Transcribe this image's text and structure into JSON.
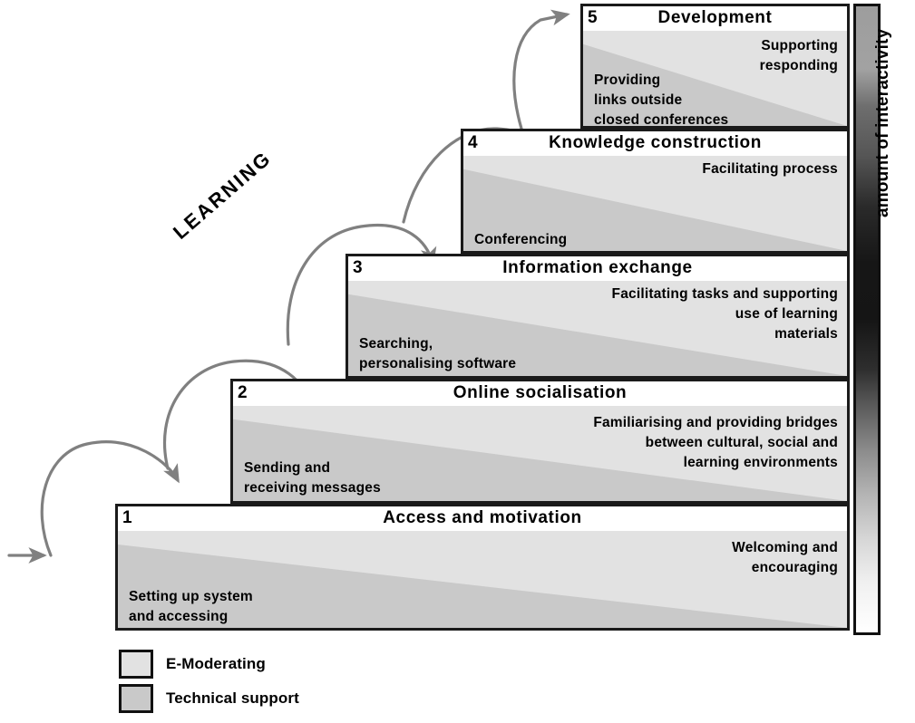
{
  "diagram": {
    "title_label": "LEARNING",
    "axis_label": "amount of interactivity"
  },
  "stages": [
    {
      "number": "5",
      "title": "Development",
      "moderating_text": "Supporting\nresponding",
      "technical_text": "Providing\nlinks outside\nclosed conferences"
    },
    {
      "number": "4",
      "title": "Knowledge construction",
      "moderating_text": "Facilitating process",
      "technical_text": "Conferencing"
    },
    {
      "number": "3",
      "title": "Information exchange",
      "moderating_text": "Facilitating tasks and supporting\nuse of learning\nmaterials",
      "technical_text": "Searching,\npersonalising software"
    },
    {
      "number": "2",
      "title": "Online socialisation",
      "moderating_text": "Familiarising and providing bridges\nbetween cultural, social and\nlearning environments",
      "technical_text": "Sending and\nreceiving messages"
    },
    {
      "number": "1",
      "title": "Access and motivation",
      "moderating_text": "Welcoming and\nencouraging",
      "technical_text": "Setting up system\nand accessing"
    }
  ],
  "legend": {
    "items": [
      {
        "label": "E-Moderating",
        "color": "#e2e2e2"
      },
      {
        "label": "Technical support",
        "color": "#c9c9c9"
      }
    ]
  },
  "colors": {
    "border": "#1a1a1a",
    "e_moderating": "#e2e2e2",
    "technical_support": "#c9c9c9",
    "arrow": "#808080",
    "background": "#ffffff"
  }
}
